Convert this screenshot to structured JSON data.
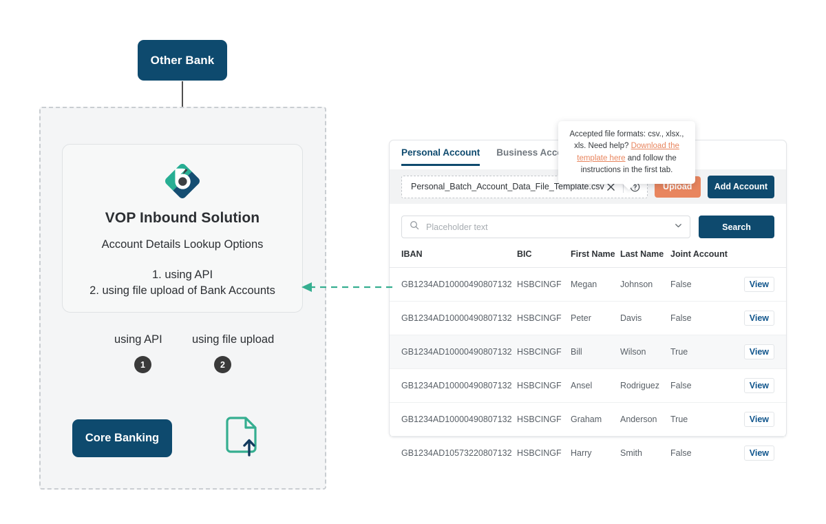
{
  "diagram": {
    "other_bank_label": "Other Bank",
    "vop": {
      "title": "VOP Inbound Solution",
      "subtitle": "Account Details Lookup Options",
      "option1": "1. using API",
      "option2": "2. using file upload of Bank Accounts",
      "logo_icon": "brand-b-diamond-logo"
    },
    "branch_api_label": "using API",
    "branch_upload_label": "using file upload",
    "badge1": "1",
    "badge2": "2",
    "core_banking_label": "Core Banking",
    "file_upload_icon": "file-upload-icon",
    "connector_icon": "dashed-arrow-left-icon",
    "colors": {
      "navy": "#0E4A6E",
      "teal": "#2BAF8C",
      "badge": "#3A3A3A",
      "region_fill": "#F4F5F6"
    }
  },
  "panel": {
    "tabs": [
      {
        "label": "Personal Account",
        "active": true
      },
      {
        "label": "Business Account",
        "active": false
      }
    ],
    "upload_bar": {
      "file_name": "Personal_Batch_Account_Data_File_Template.csv",
      "clear_icon": "close-x-icon",
      "help_icon": "question-mark-circle-icon",
      "upload_label": "Upload",
      "add_account_label": "Add Account"
    },
    "search": {
      "placeholder": "Placeholder text",
      "value": "",
      "search_icon": "search-icon",
      "dropdown_icon": "chevron-down-icon",
      "search_label": "Search"
    },
    "table": {
      "columns": [
        "IBAN",
        "BIC",
        "First Name",
        "Last Name",
        "Joint Account",
        ""
      ],
      "view_label": "View",
      "rows": [
        {
          "iban": "GB1234AD10000490807132",
          "bic": "HSBCINGF",
          "first": "Megan",
          "last": "Johnson",
          "joint": "False",
          "shaded": false
        },
        {
          "iban": "GB1234AD10000490807132",
          "bic": "HSBCINGF",
          "first": "Peter",
          "last": "Davis",
          "joint": "False",
          "shaded": false
        },
        {
          "iban": "GB1234AD10000490807132",
          "bic": "HSBCINGF",
          "first": "Bill",
          "last": "Wilson",
          "joint": "True",
          "shaded": true
        },
        {
          "iban": "GB1234AD10000490807132",
          "bic": "HSBCINGF",
          "first": "Ansel",
          "last": "Rodriguez",
          "joint": "False",
          "shaded": false
        },
        {
          "iban": "GB1234AD10000490807132",
          "bic": "HSBCINGF",
          "first": "Graham",
          "last": "Anderson",
          "joint": "True",
          "shaded": false
        },
        {
          "iban": "GB1234AD10573220807132",
          "bic": "HSBCINGF",
          "first": "Harry",
          "last": "Smith",
          "joint": "False",
          "shaded": false
        }
      ]
    },
    "colors": {
      "primary": "#0E4A6E",
      "accent": "#E8855E",
      "link": "#10558C"
    }
  },
  "tooltip": {
    "line1": "Accepted file formats: csv., xlsx., xls.",
    "line2_prefix": "Need help? ",
    "link_text": "Download the template here",
    "line2_suffix": " and follow the instructions in the first tab."
  }
}
